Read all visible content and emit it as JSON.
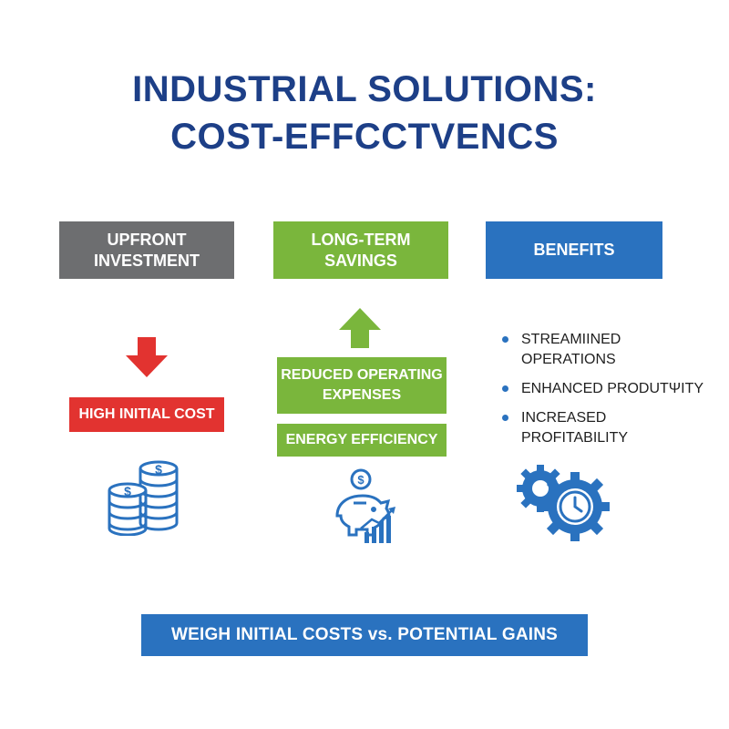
{
  "title": {
    "line1": "INDUSTRIAL SOLUTIONS:",
    "line2": "COST-EFFCCTVENCS"
  },
  "columns": {
    "upfront": {
      "header_line1": "UPFRONT",
      "header_line2": "INVESTMENT",
      "arrow_icon": "arrow-down-icon",
      "box_label": "HIGH INITIAL COST",
      "icon": "coins-stack-icon"
    },
    "savings": {
      "header_line1": "LONG-TERM",
      "header_line2": "SAVINGS",
      "arrow_icon": "arrow-up-icon",
      "box1_line1": "REDUCED OPERATING",
      "box1_line2": "EXPENSES",
      "box2_label": "ENERGY EFFICIENCY",
      "icon": "piggy-bank-growth-icon"
    },
    "benefits": {
      "header": "BENEFITS",
      "items": [
        {
          "line1": "STREAMIINED",
          "line2": "OPERATIONS"
        },
        {
          "line1": "ENHANCED PRODUTΨITY",
          "line2": ""
        },
        {
          "line1": "INCREASED",
          "line2": "PROFITABILITY"
        }
      ],
      "icon": "gears-clock-icon"
    }
  },
  "footer": {
    "label": "WEIGH INITIAL COSTS vs. POTENTIAL GAINS"
  },
  "colors": {
    "title": "#1d3f87",
    "gray": "#6d6e70",
    "green": "#7ab63c",
    "blue": "#2a72bf",
    "red": "#e23330"
  }
}
